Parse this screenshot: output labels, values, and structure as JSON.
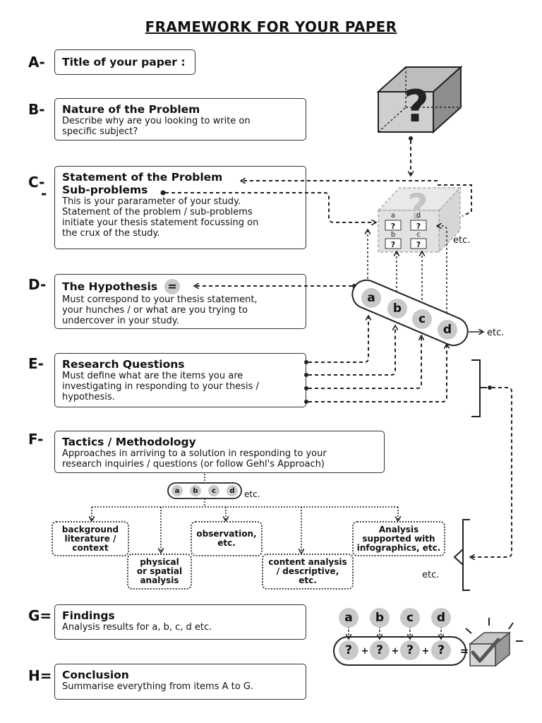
{
  "title": "FRAMEWORK FOR YOUR PAPER",
  "sections": {
    "a": {
      "letter": "A-",
      "title": "Title of your paper :"
    },
    "b": {
      "letter": "B-",
      "title": "Nature of the Problem",
      "desc": "Describe why are you looking to write on\nspecific subject?"
    },
    "c": {
      "letter": "C-",
      "letter2": "-",
      "title": "Statement of the Problem",
      "subtitle": "Sub-problems",
      "desc": "This is your pararameter of your study.\nStatement of the problem / sub-problems\ninitiate your thesis statement focussing on\nthe crux of the study."
    },
    "d": {
      "letter": "D-",
      "title": "The Hypothesis",
      "symbol": "=",
      "desc": "Must correspond to your thesis statement,\nyour hunches / or what are you trying to\nundercover in your study."
    },
    "e": {
      "letter": "E-",
      "title": "Research Questions",
      "desc": "Must define what are the items you are\ninvestigating in responding to your thesis /\nhypothesis."
    },
    "f": {
      "letter": "F-",
      "title": "Tactics / Methodology",
      "desc": "Approaches in arriving to a solution in responding to your\nresearch inquiries / questions (or follow Gehl's Approach)"
    },
    "g": {
      "letter": "G=",
      "title": "Findings",
      "desc": "Analysis results for a, b, c, d etc."
    },
    "h": {
      "letter": "H=",
      "title": "Conclusion",
      "desc": "Summarise everything from items A to G."
    }
  },
  "methods": [
    "background\nliterature /\ncontext",
    "physical\nor spatial\nanalysis",
    "observation,\netc.",
    "content analysis\n/ descriptive,\netc.",
    "Analysis\nsupported with\ninfographics, etc."
  ],
  "labels": {
    "q": "?",
    "letters": [
      "a",
      "b",
      "c",
      "d"
    ],
    "etc": "etc.",
    "plus": "+",
    "equals": "="
  }
}
